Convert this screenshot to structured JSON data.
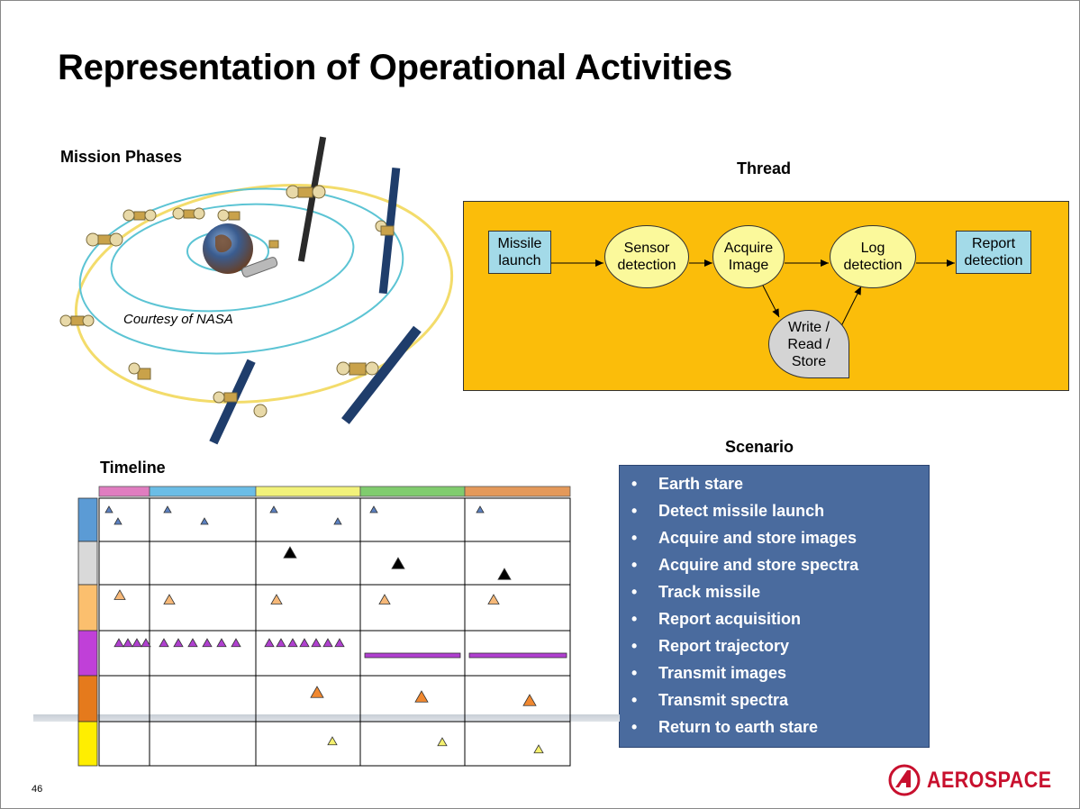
{
  "slide": {
    "title": "Representation of Operational Activities",
    "page_number": "46"
  },
  "mission": {
    "label": "Mission Phases",
    "credit": "Courtesy of NASA"
  },
  "thread": {
    "label": "Thread",
    "nodes": {
      "missile_launch": "Missile launch",
      "sensor_detection": "Sensor detection",
      "acquire_image": "Acquire Image",
      "log_detection": "Log detection",
      "report_detection": "Report detection",
      "write_read_store": "Write / Read / Store"
    },
    "colors": {
      "background": "#fbbd0a",
      "rect": "#a3dae8",
      "oval": "#fbf99b",
      "store": "#d4d4d4"
    }
  },
  "timeline": {
    "label": "Timeline",
    "phase_colors": [
      "#e07dc0",
      "#6bbde6",
      "#f2f27a",
      "#80cc6e",
      "#e4995a"
    ],
    "row_colors": [
      "#5b9bd5",
      "#d9d9d9",
      "#fbbf6e",
      "#c040d8",
      "#e57a1c",
      "#ffee00"
    ],
    "row_marker_colors": [
      "#5b80c0",
      "#000000",
      "#f6b878",
      "#b040d0",
      "#f08830",
      "#f4f06e"
    ]
  },
  "scenario": {
    "label": "Scenario",
    "items": [
      "Earth stare",
      "Detect missile launch",
      "Acquire and store images",
      "Acquire and store spectra",
      "Track missile",
      "Report acquisition",
      "Report trajectory",
      "Transmit images",
      "Transmit spectra",
      "Return to earth stare"
    ],
    "color": "#4a6b9e"
  },
  "logo": {
    "text": "AEROSPACE",
    "color": "#c8102e"
  }
}
